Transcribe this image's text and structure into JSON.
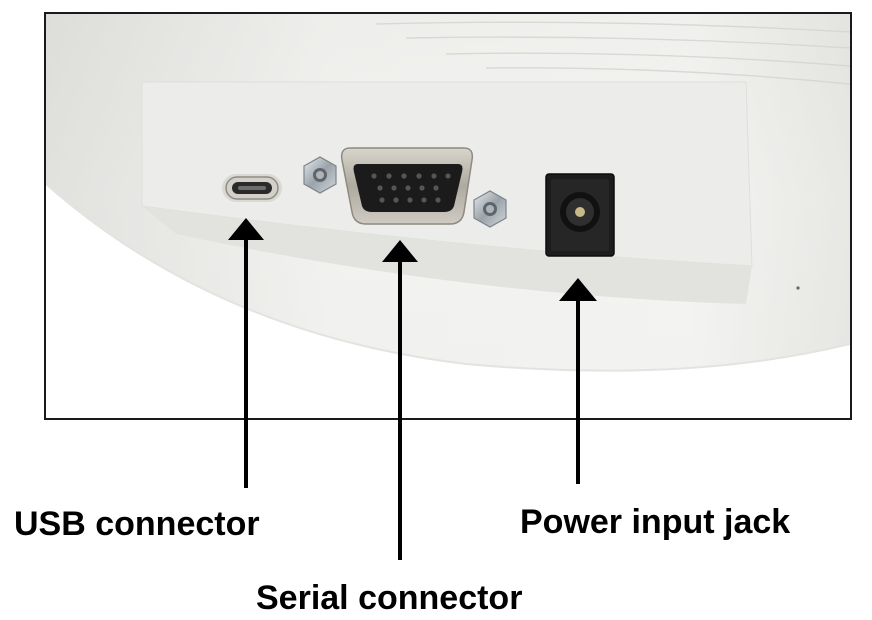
{
  "callouts": {
    "usb": "USB connector",
    "serial": "Serial connector",
    "power": "Power input jack"
  },
  "colors": {
    "housing": "#f3f3f1",
    "panel": "#ebebe8",
    "metal": "#b9b6ad",
    "connector_dark": "#1b1b1b",
    "arrow": "#000000"
  },
  "icons": {
    "usb": "usb-c-port-icon",
    "serial": "db15-port-icon",
    "power": "dc-jack-icon",
    "nut": "hex-nut-icon"
  }
}
